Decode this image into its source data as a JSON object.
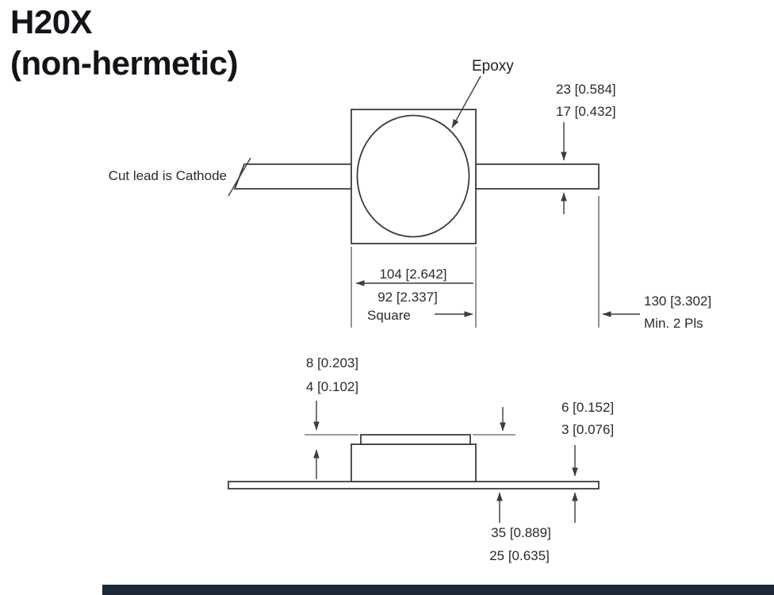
{
  "title": {
    "line1": "H20X",
    "line2": "(non-hermetic)"
  },
  "drawing": {
    "epoxy_label": "Epoxy",
    "cathode_label": "Cut lead is Cathode",
    "dim_lead_thickness_max": "23 [0.584]",
    "dim_lead_thickness_min": "17 [0.432]",
    "dim_body_max": "104 [2.642]",
    "dim_body_min": "92 [2.337]",
    "dim_body_note": "Square",
    "dim_lead_length": "130 [3.302]",
    "dim_lead_length_note": "Min.  2 Pls",
    "dim_cap_max": "8 [0.203]",
    "dim_cap_min": "4 [0.102]",
    "dim_base_max": "6 [0.152]",
    "dim_base_min": "3 [0.076]",
    "dim_height_max": "35 [0.889]",
    "dim_height_min": "25 [0.635]"
  }
}
